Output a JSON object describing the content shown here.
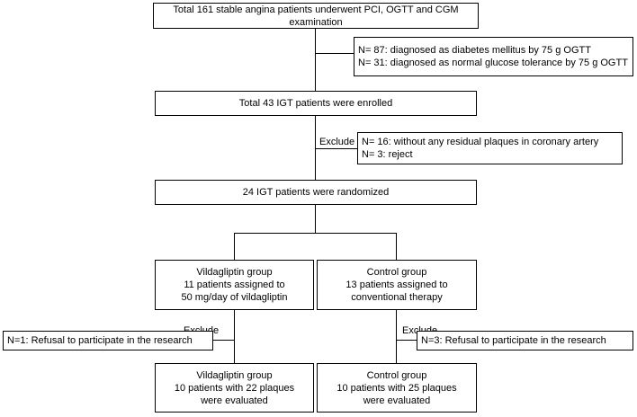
{
  "boxes": {
    "total": "Total 161 stable angina patients underwent PCI, OGTT and CGM examination",
    "excluded_ogtt": {
      "line1": "N= 87: diagnosed as diabetes mellitus by 75 g OGTT",
      "line2": "N= 31: diagnosed as normal glucose tolerance by 75 g OGTT"
    },
    "enrolled": "Total 43 IGT patients were enrolled",
    "excluded_plaques": {
      "line1": "N= 16: without any residual plaques in coronary artery",
      "line2": "N= 3: reject"
    },
    "randomized": "24 IGT patients were randomized",
    "vilda_assigned": {
      "line1": "Vildagliptin group",
      "line2": "11 patients assigned to",
      "line3": "50 mg/day of vildagliptin"
    },
    "control_assigned": {
      "line1": "Control group",
      "line2": "13 patients assigned to",
      "line3": "conventional therapy"
    },
    "vilda_refusal": "N=1: Refusal to participate in the research",
    "control_refusal": "N=3: Refusal to participate in the research",
    "vilda_evaluated": {
      "line1": "Vildagliptin group",
      "line2": "10 patients with 22 plaques",
      "line3": "were evaluated"
    },
    "control_evaluated": {
      "line1": "Control group",
      "line2": "10 patients with 25 plaques",
      "line3": "were evaluated"
    }
  },
  "labels": {
    "exclude_1": "Exclude",
    "exclude_2": "Exclude",
    "exclude_3": "Exclude"
  }
}
